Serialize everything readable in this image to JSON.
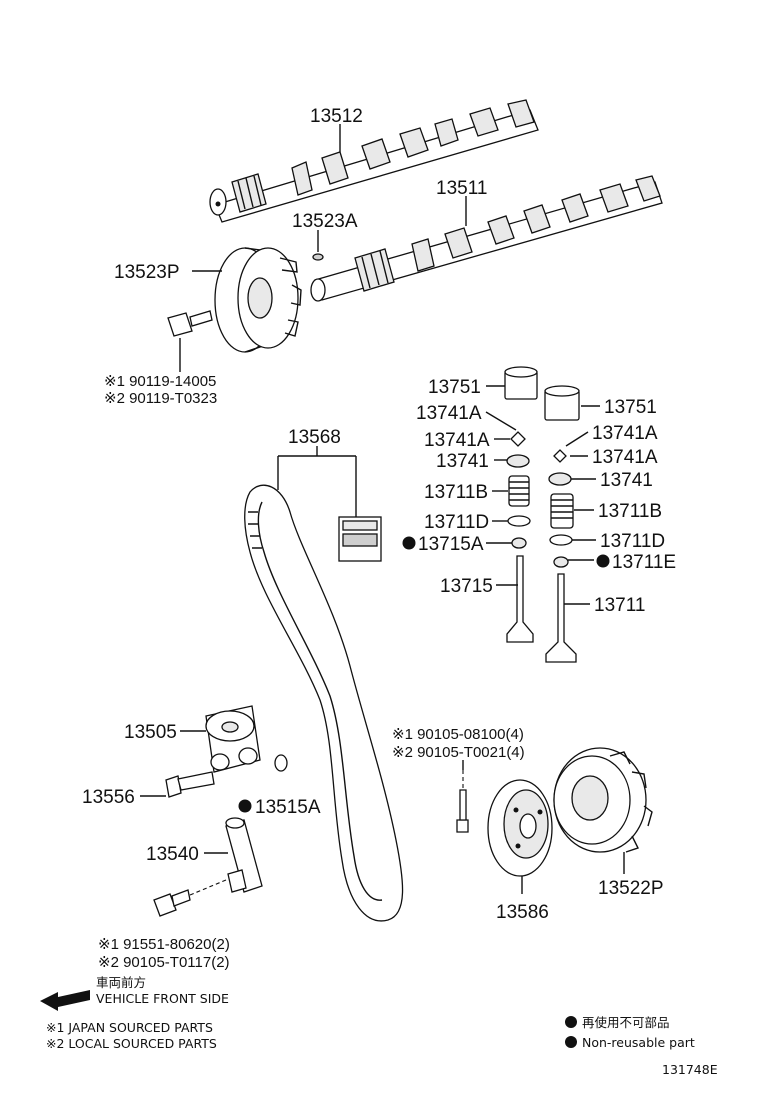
{
  "parts": {
    "p13512": "13512",
    "p13511": "13511",
    "p13523A": "13523A",
    "p13523P": "13523P",
    "bolt_a": "※1 90119-14005",
    "bolt_b": "※2 90119-T0323",
    "p13751_l": "13751",
    "p13751_r": "13751",
    "p13741A_1": "13741A",
    "p13741A_2": "13741A",
    "p13741A_3": "13741A",
    "p13741A_4": "13741A",
    "p13741_l": "13741",
    "p13741_r": "13741",
    "p13711B_l": "13711B",
    "p13711B_r": "13711B",
    "p13711D_l": "13711D",
    "p13711D_r": "13711D",
    "p13715A": "13715A",
    "p13711E": "13711E",
    "p13715": "13715",
    "p13711": "13711",
    "p13568": "13568",
    "p13505": "13505",
    "p13556": "13556",
    "p13515A": "13515A",
    "p13540": "13540",
    "bolt_c": "※1 90105-08100(4)",
    "bolt_d": "※2 90105-T0021(4)",
    "p13586": "13586",
    "p13522P": "13522P",
    "bolt_e": "※1 91551-80620(2)",
    "bolt_f": "※2 90105-T0117(2)"
  },
  "legend": {
    "front_jp": "車両前方",
    "front_en": "VEHICLE FRONT SIDE",
    "note1": "※1 JAPAN SOURCED PARTS",
    "note2": "※2 LOCAL SOURCED PARTS",
    "nonreuse_jp": "再使用不可部品",
    "nonreuse_en": "Non-reusable part"
  },
  "figure_id": "131748E"
}
